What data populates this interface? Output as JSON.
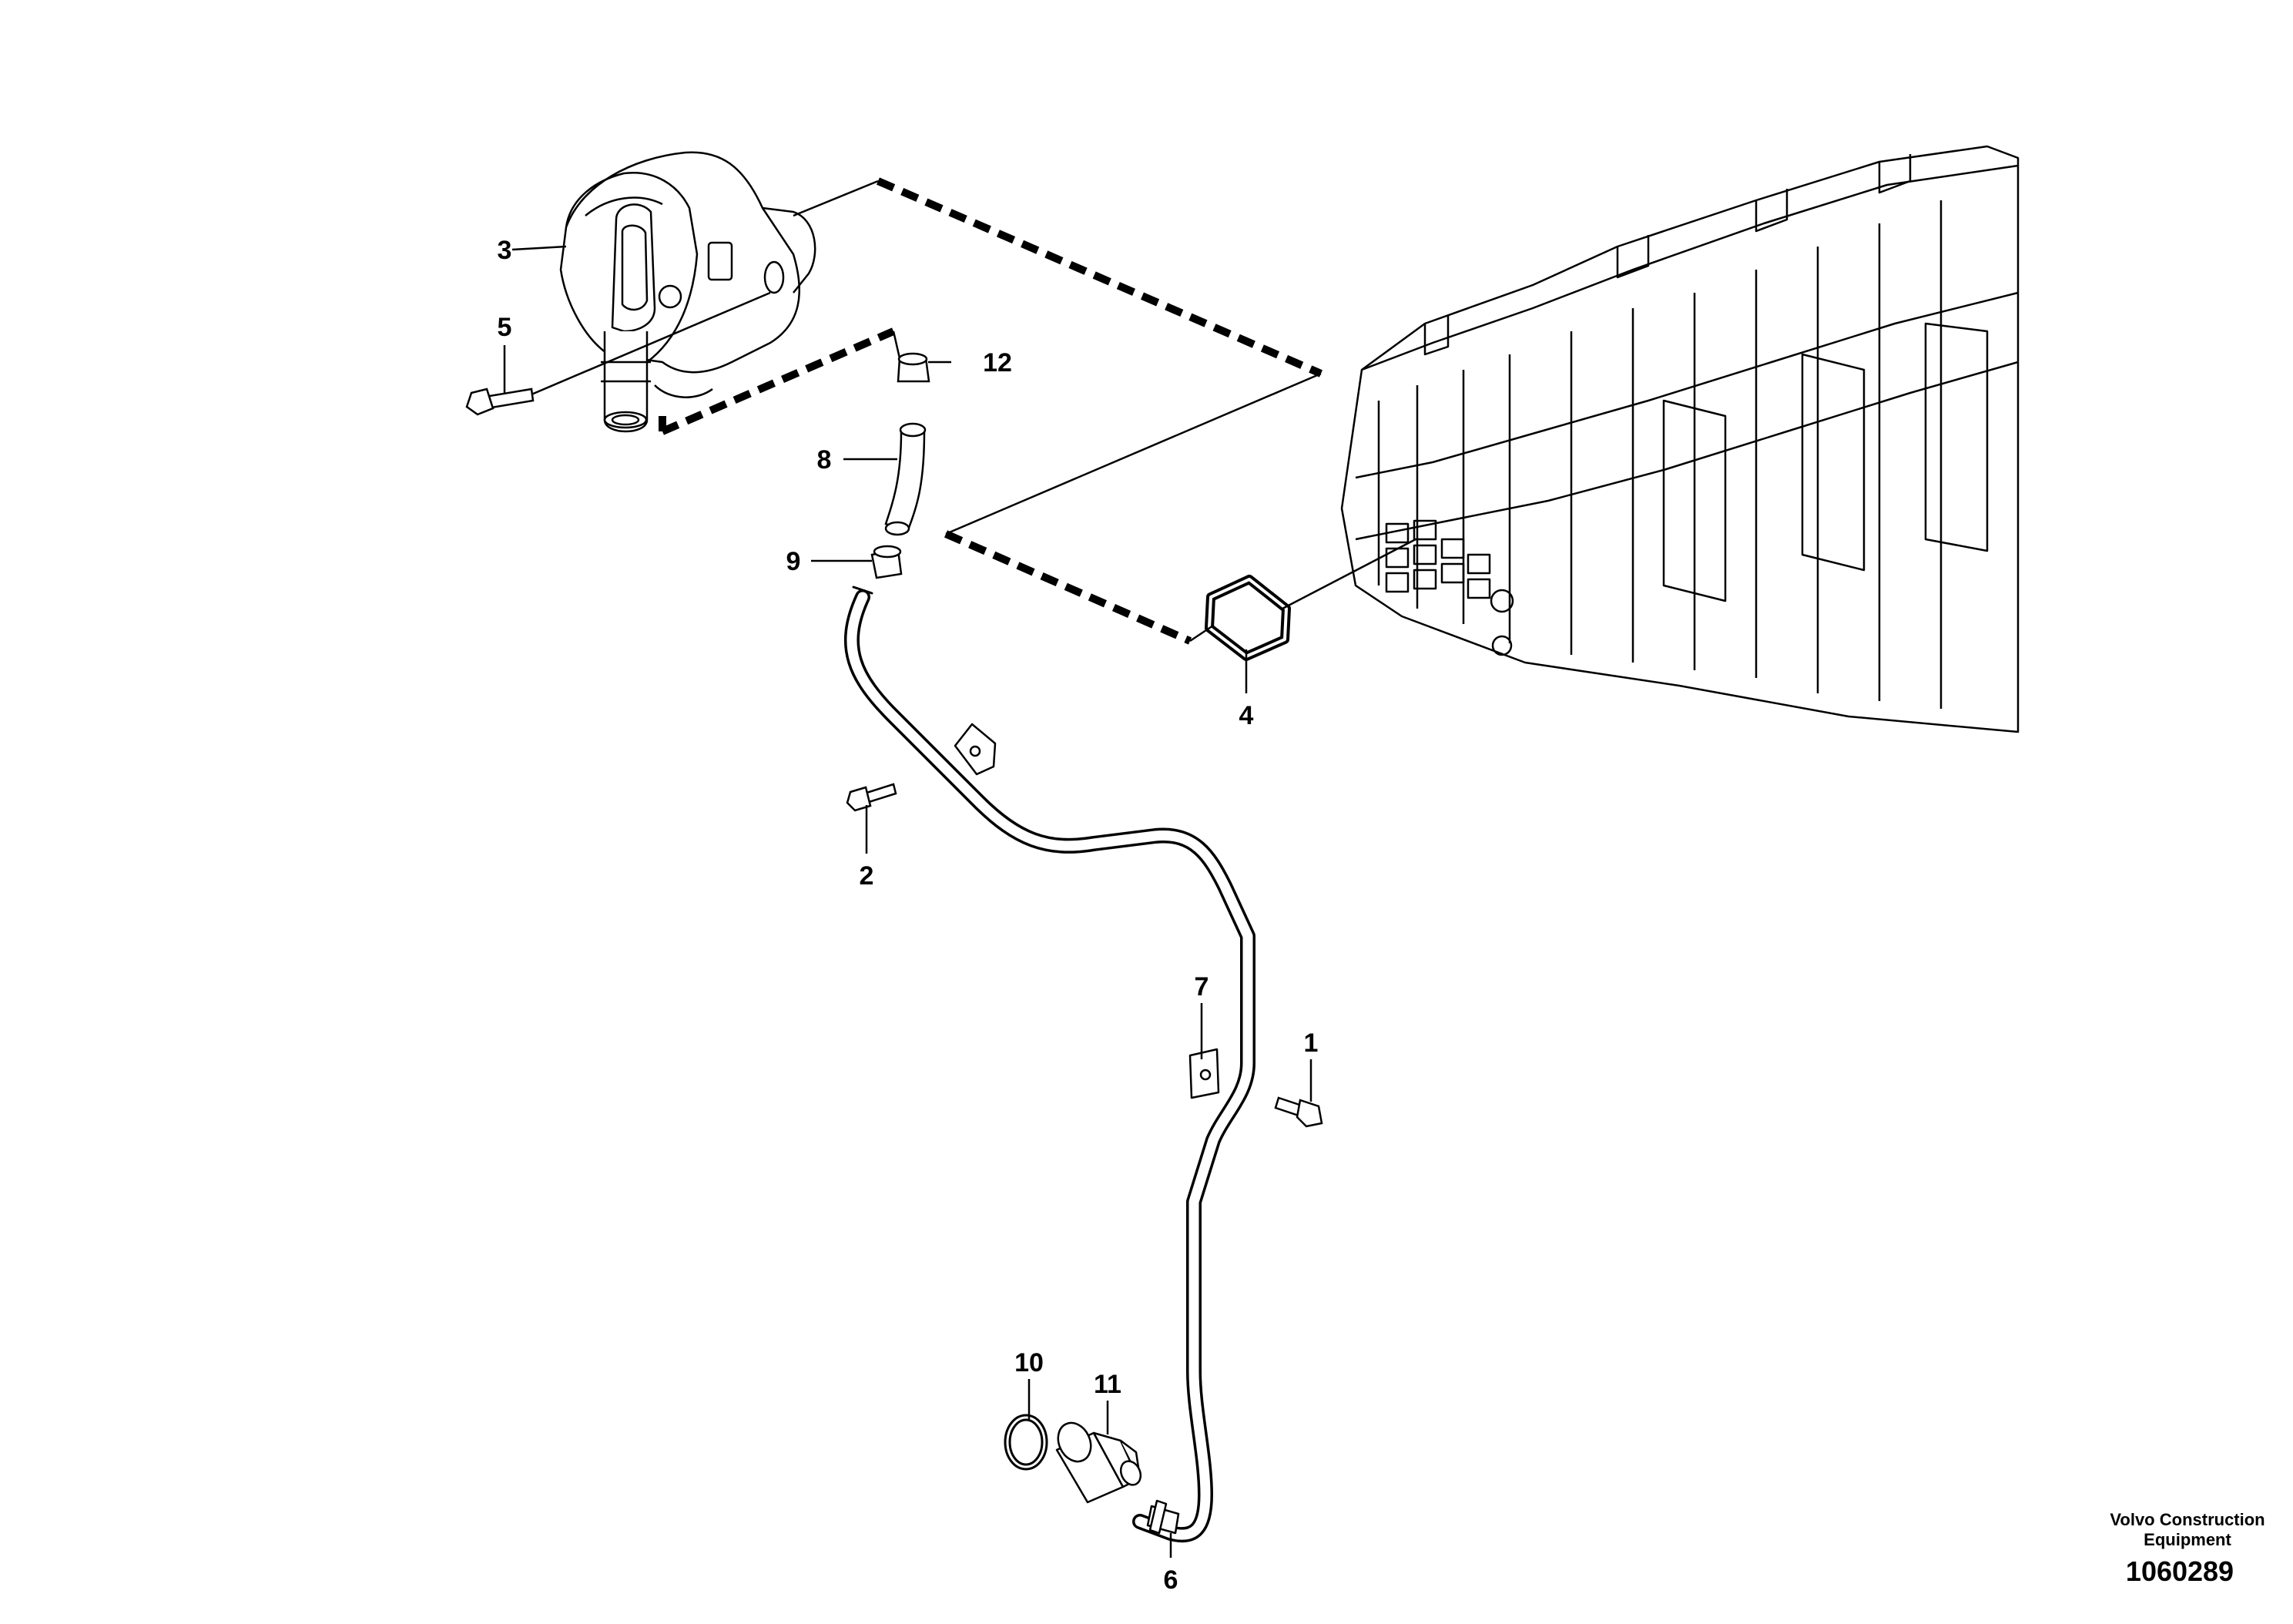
{
  "callouts": [
    {
      "num": "1"
    },
    {
      "num": "2"
    },
    {
      "num": "3"
    },
    {
      "num": "4"
    },
    {
      "num": "5"
    },
    {
      "num": "6"
    },
    {
      "num": "7"
    },
    {
      "num": "8"
    },
    {
      "num": "9"
    },
    {
      "num": "10"
    },
    {
      "num": "11"
    },
    {
      "num": "12"
    }
  ],
  "footer": {
    "brand_line1": "Volvo Construction",
    "brand_line2": "Equipment",
    "doc_number": "1060289"
  },
  "colors": {
    "ink": "#000000",
    "background": "#ffffff"
  }
}
